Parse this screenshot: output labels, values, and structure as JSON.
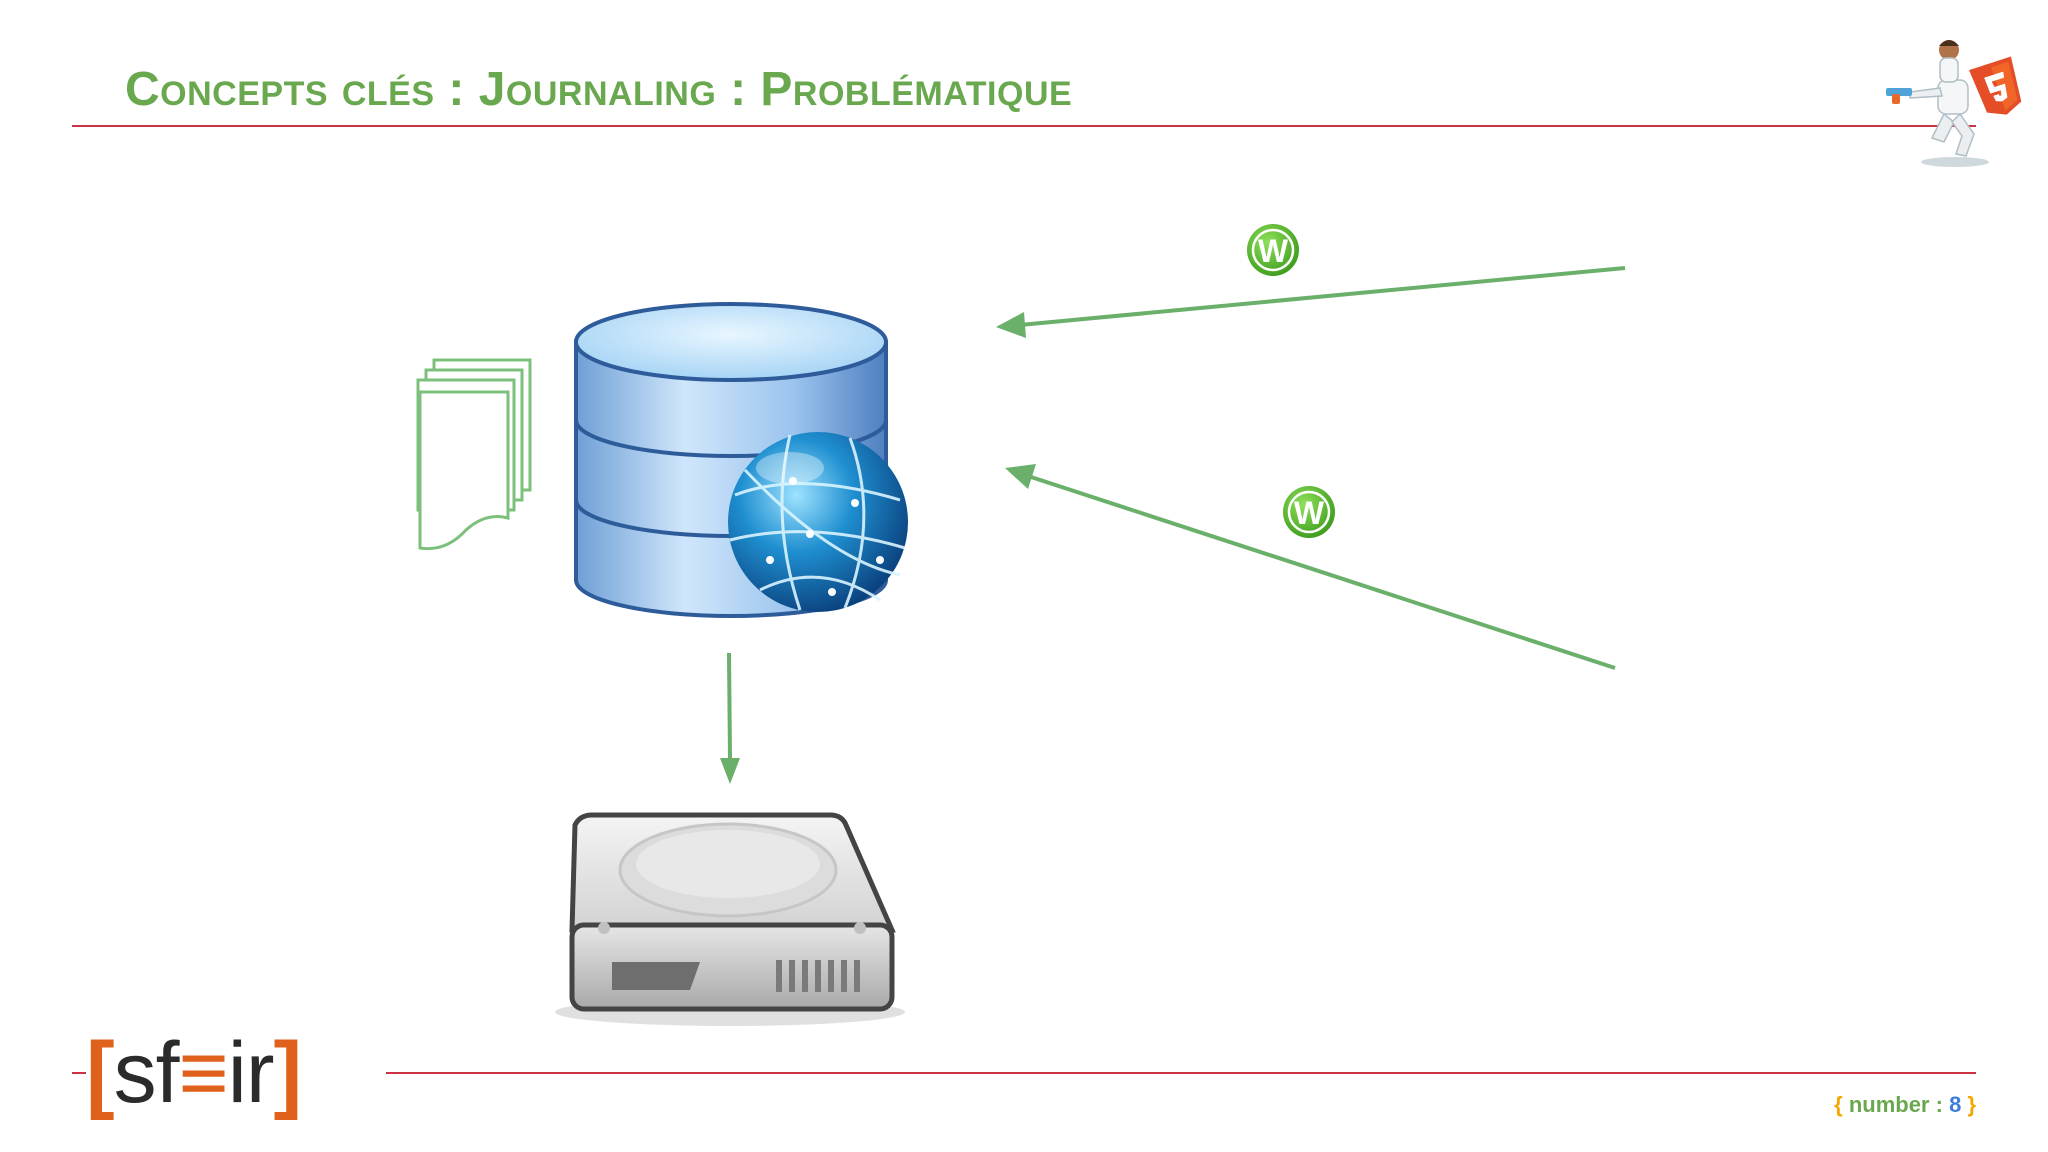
{
  "slide": {
    "title": "Concepts clés : Journaling : Problématique",
    "badges": [
      {
        "icon": "w-badge-icon",
        "letter": "W"
      },
      {
        "icon": "w-badge-icon",
        "letter": "W"
      }
    ],
    "footer": {
      "brace_open": "{",
      "label": "number :",
      "number": "8",
      "brace_close": "}"
    },
    "logo": {
      "bracket_open": "[",
      "text_before": "sf",
      "eq": "≡",
      "text_after": "ir",
      "bracket_close": "]"
    }
  },
  "colors": {
    "title": "#6aa84f",
    "rule": "#cc3344",
    "arrow": "#6aaf6a",
    "brand_orange": "#e0611c",
    "badge_green": "#5cb82e"
  },
  "icons": [
    "html5-mascot-icon",
    "documents-icon",
    "database-icon",
    "globe-icon",
    "hard-drive-icon",
    "w-badge-icon",
    "arrow-icon"
  ]
}
